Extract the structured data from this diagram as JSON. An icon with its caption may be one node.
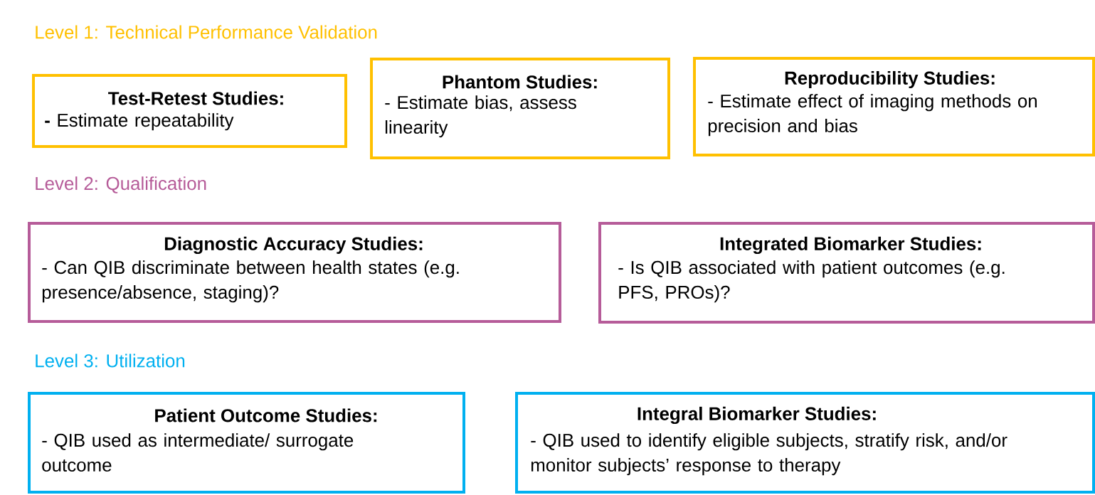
{
  "diagram": {
    "nodes": [
      {
        "text": [
          "Test-Retest Studies:",
          "**-** Estimate repeatability"
        ]
      },
      {
        "text": [
          "Phantom Studies:",
          "- Estimate bias, assess linearity"
        ]
      },
      {
        "text": [
          "Reproducibility Studies:",
          "- Estimate effect of imaging methods on precision and bias"
        ]
      },
      {
        "text": [
          "Diagnostic Accuracy Studies:",
          "- Can QIB discriminate between health states (e.g. presence/absence, staging)?"
        ]
      },
      {
        "text": [
          "Integrated Biomarker Studies:",
          "- Is QIB associated with patient outcomes (e.g. PFS, PROs)?"
        ]
      },
      {
        "text": [
          "Patient Outcome Studies:",
          "- QIB used as intermediate/ surrogate outcome"
        ]
      },
      {
        "text": [
          "Integral Biomarker Studies:",
          "- QIB used to identify eligible subjects, stratify risk, and/or monitor subjects’ response to therapy"
        ]
      }
    ],
    "labels": [
      "Level 1: Technical Performance Validation",
      "Level 2: Qualification",
      "Level 3: Utilization"
    ]
  }
}
